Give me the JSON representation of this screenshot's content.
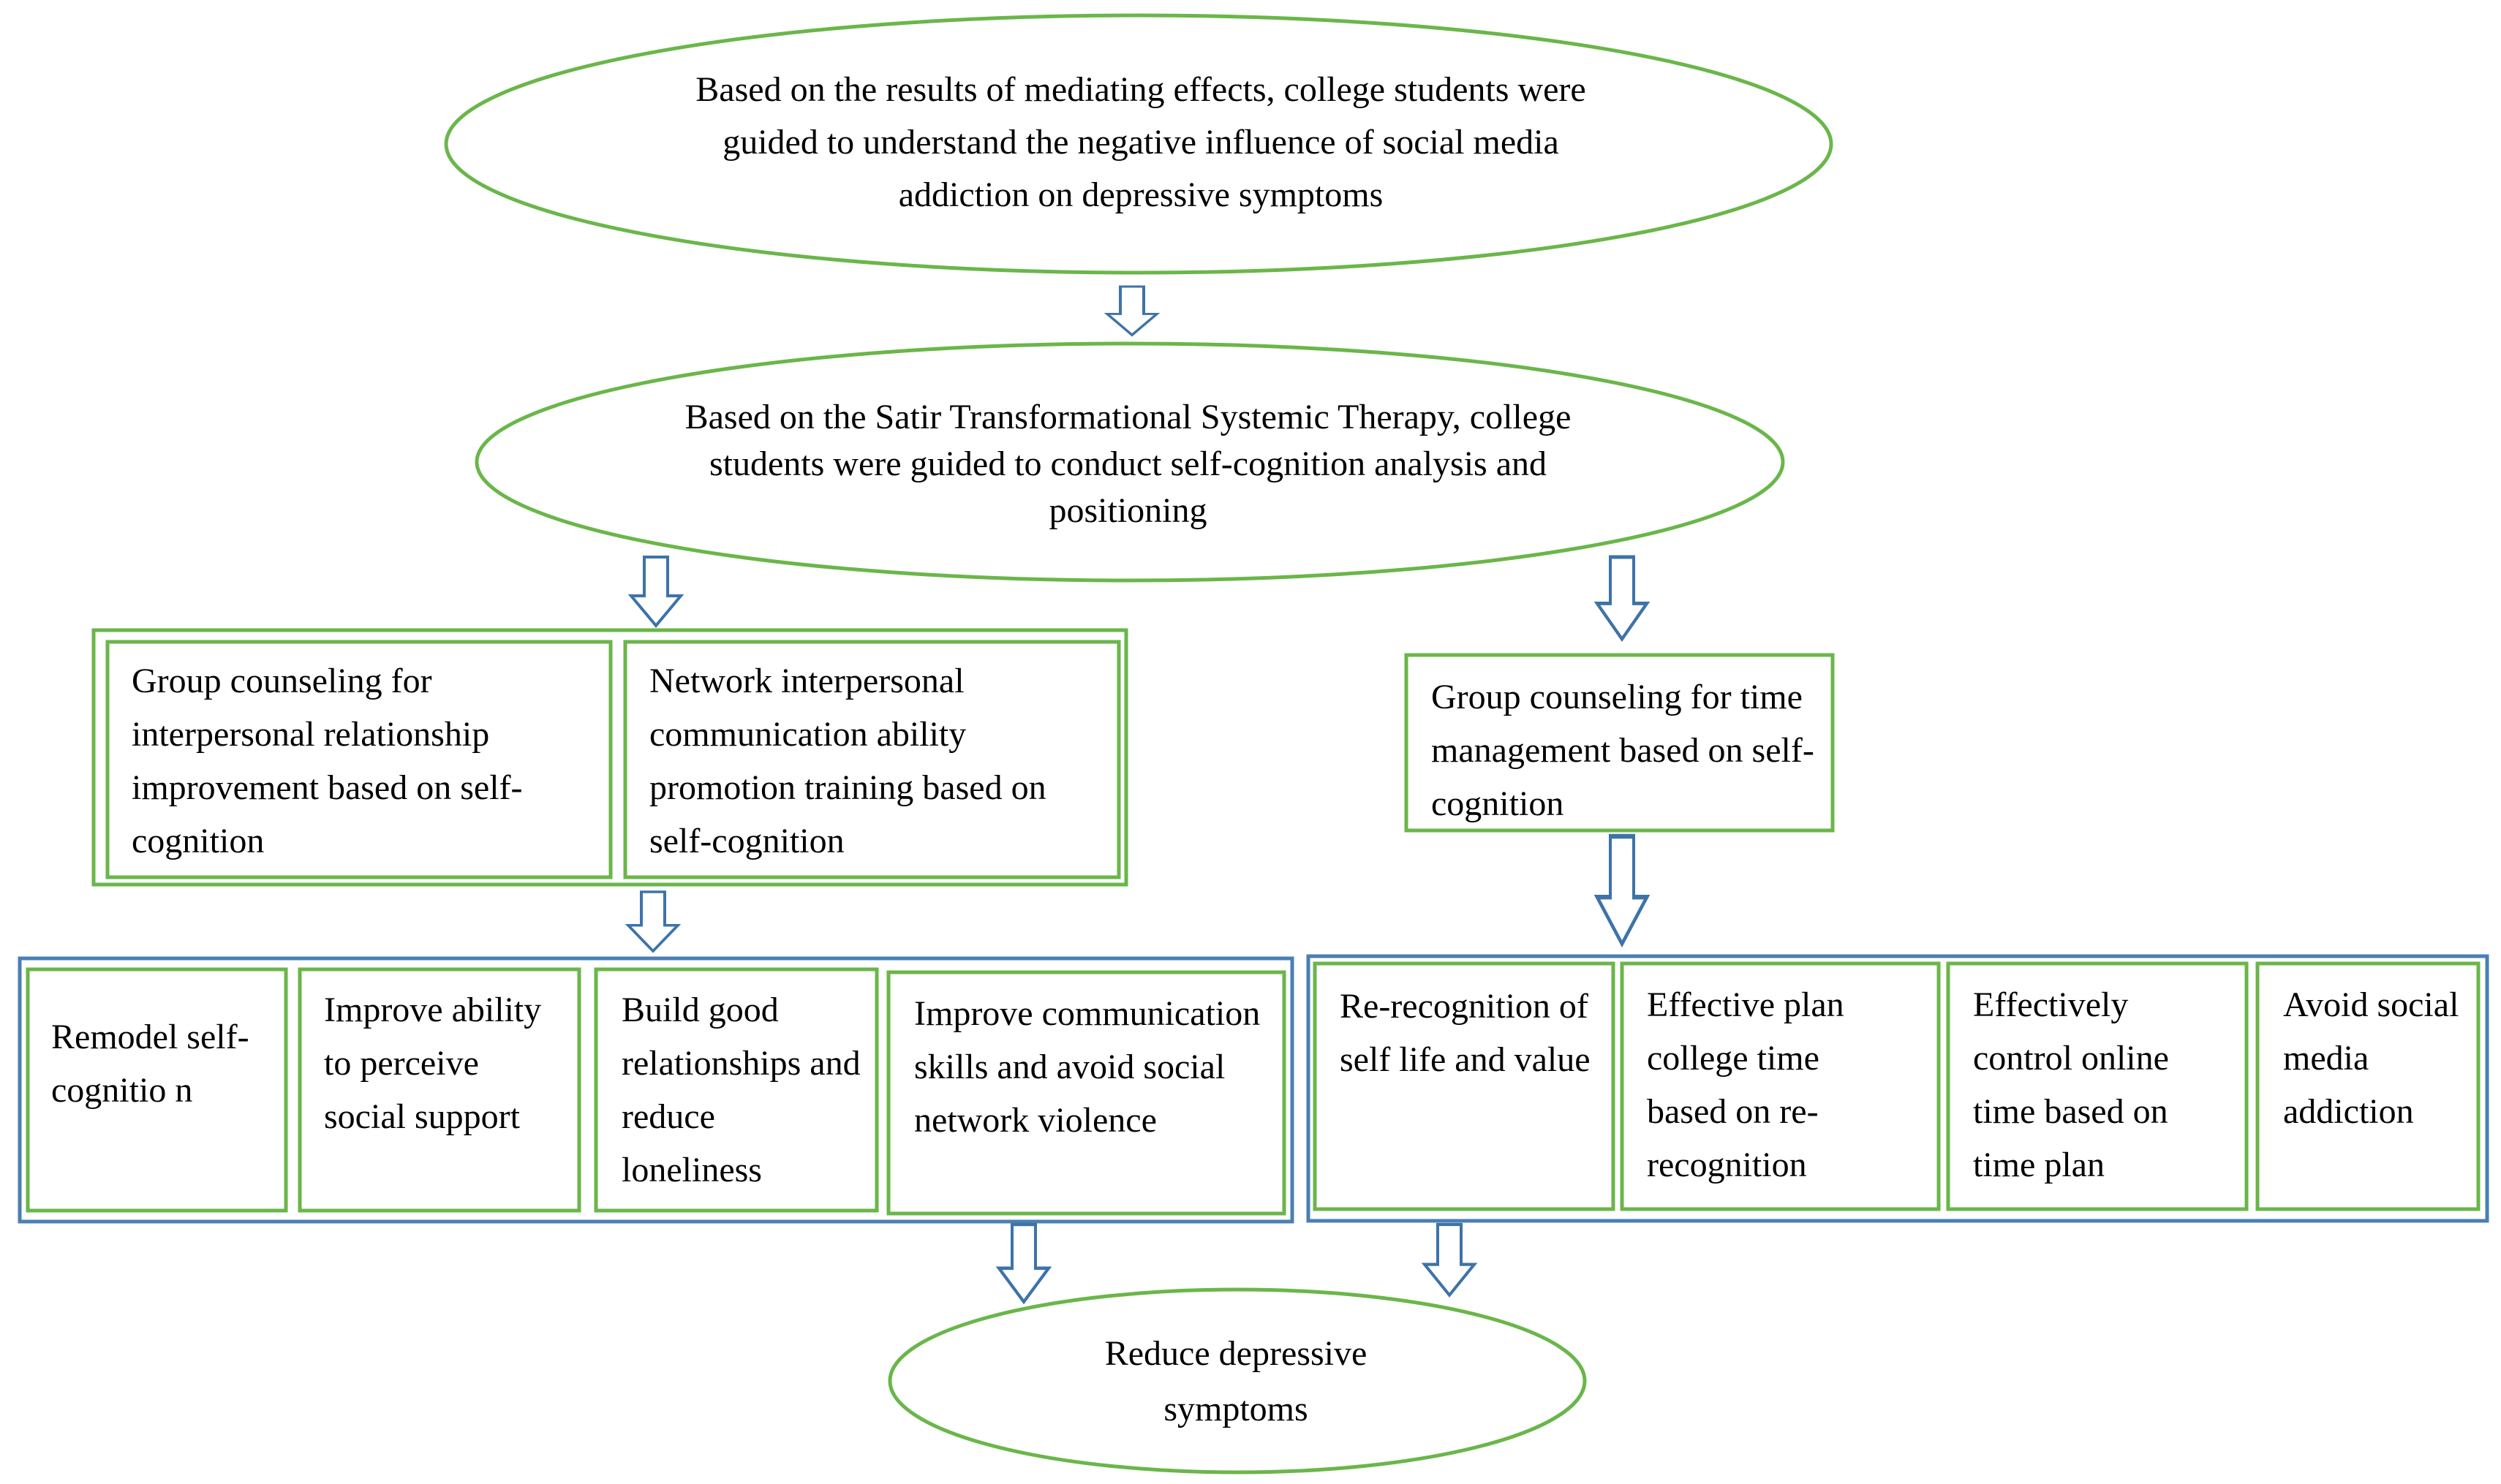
{
  "colors": {
    "green": "#6ab64a",
    "blue": "#4a7fb5",
    "arrow": "#3d73a8",
    "text": "#000000"
  },
  "nodes": {
    "top_ellipse": "Based on the results of mediating effects, college students were guided to understand the negative influence of social media addiction on depressive symptoms",
    "second_ellipse": "Based on the Satir Transformational Systemic Therapy, college students were guided to conduct self-cognition analysis and positioning",
    "left_box_1": "Group counseling for interpersonal relationship improvement based on self-cognition",
    "left_box_2": "Network interpersonal communication ability promotion training based on self-cognition",
    "right_box": "Group counseling for time management based on self-cognition",
    "outcome_left": [
      "Remodel self-cognitio n",
      "Improve ability to perceive social support",
      "Build good relationships and reduce loneliness",
      "Improve communication skills and avoid social network violence"
    ],
    "outcome_right": [
      "Re-recognition of self life and value",
      "Effective plan college time based on re-recognition",
      "Effectively control online time based on time plan",
      "Avoid social media addiction"
    ],
    "bottom_ellipse": "Reduce depressive symptoms"
  }
}
